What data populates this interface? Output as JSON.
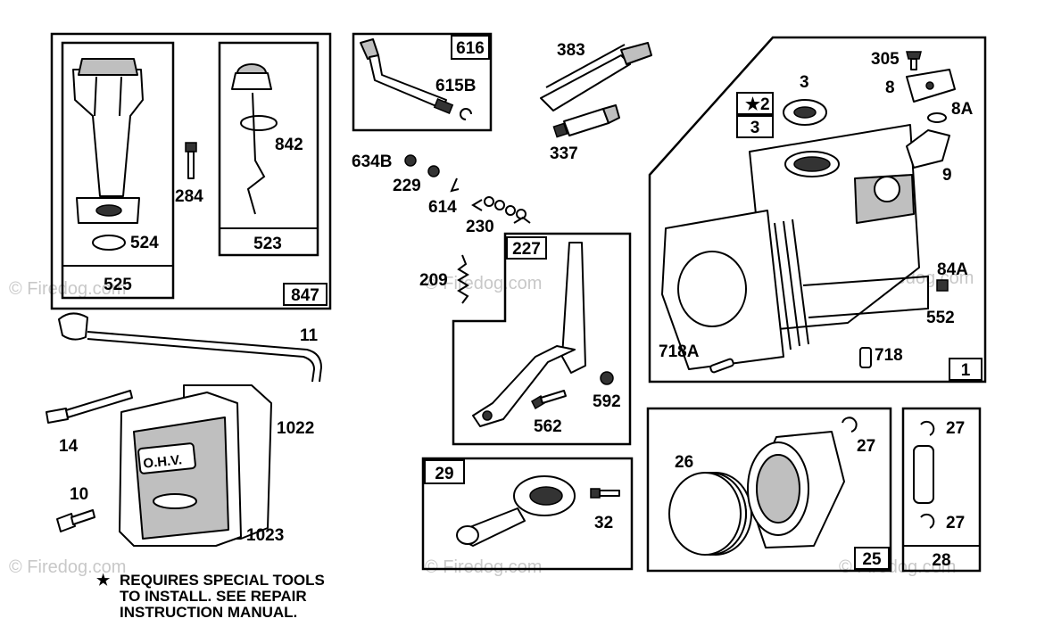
{
  "watermark": "© Firedog.com",
  "watermark_fragment": "© Firedog.com",
  "note": {
    "star": "★",
    "line1": "REQUIRES SPECIAL TOOLS",
    "line2": "TO INSTALL.  SEE REPAIR",
    "line3": "INSTRUCTION MANUAL."
  },
  "boxes": {
    "b847": "847",
    "b525": "525",
    "b523": "523",
    "b616": "616",
    "b227": "227",
    "b29": "29",
    "b1": "1",
    "b25": "25",
    "b28": "28",
    "b2": "2",
    "b3": "3",
    "b2_star": "★"
  },
  "labels": {
    "l524": "524",
    "l284": "284",
    "l842": "842",
    "l11": "11",
    "l14": "14",
    "l1022": "1022",
    "l10": "10",
    "l1023": "1023",
    "l615B": "615B",
    "l383": "383",
    "l337": "337",
    "l634B": "634B",
    "l229": "229",
    "l614": "614",
    "l230": "230",
    "l209": "209",
    "l562": "562",
    "l592": "592",
    "l32": "32",
    "l3": "3",
    "l305": "305",
    "l8": "8",
    "l8A": "8A",
    "l9": "9",
    "l84A": "84A",
    "l552": "552",
    "l718A": "718A",
    "l718": "718",
    "l26": "26",
    "l27a": "27",
    "l27b": "27",
    "l27c": "27"
  },
  "valve_cover_text": "O.H.V."
}
